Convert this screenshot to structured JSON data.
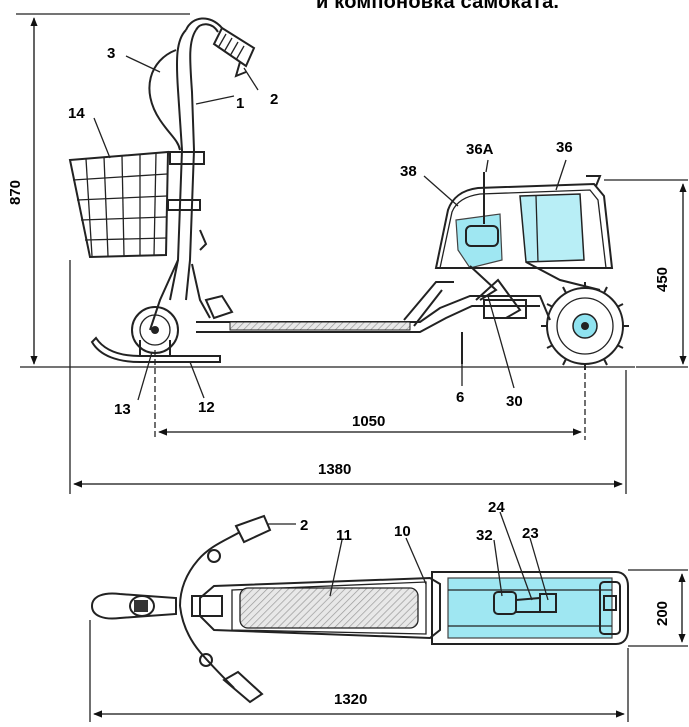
{
  "title": "и компоновка самоката.",
  "parts": {
    "p1": "1",
    "p2": "2",
    "p3": "3",
    "p14": "14",
    "p13": "13",
    "p12": "12",
    "p6": "6",
    "p30": "30",
    "p38": "38",
    "p36a": "36A",
    "p36": "36",
    "p2b": "2",
    "p11": "11",
    "p10": "10",
    "p32": "32",
    "p24": "24",
    "p23": "23"
  },
  "dimensions": {
    "height_total": "870",
    "engine_height": "450",
    "wheelbase": "1050",
    "length_side": "1380",
    "width_top": "200",
    "length_top": "1320"
  },
  "colors": {
    "ink": "#222222",
    "engine_highlight": "#8fe3f0",
    "deck_hatch": "#bfbfbf"
  }
}
